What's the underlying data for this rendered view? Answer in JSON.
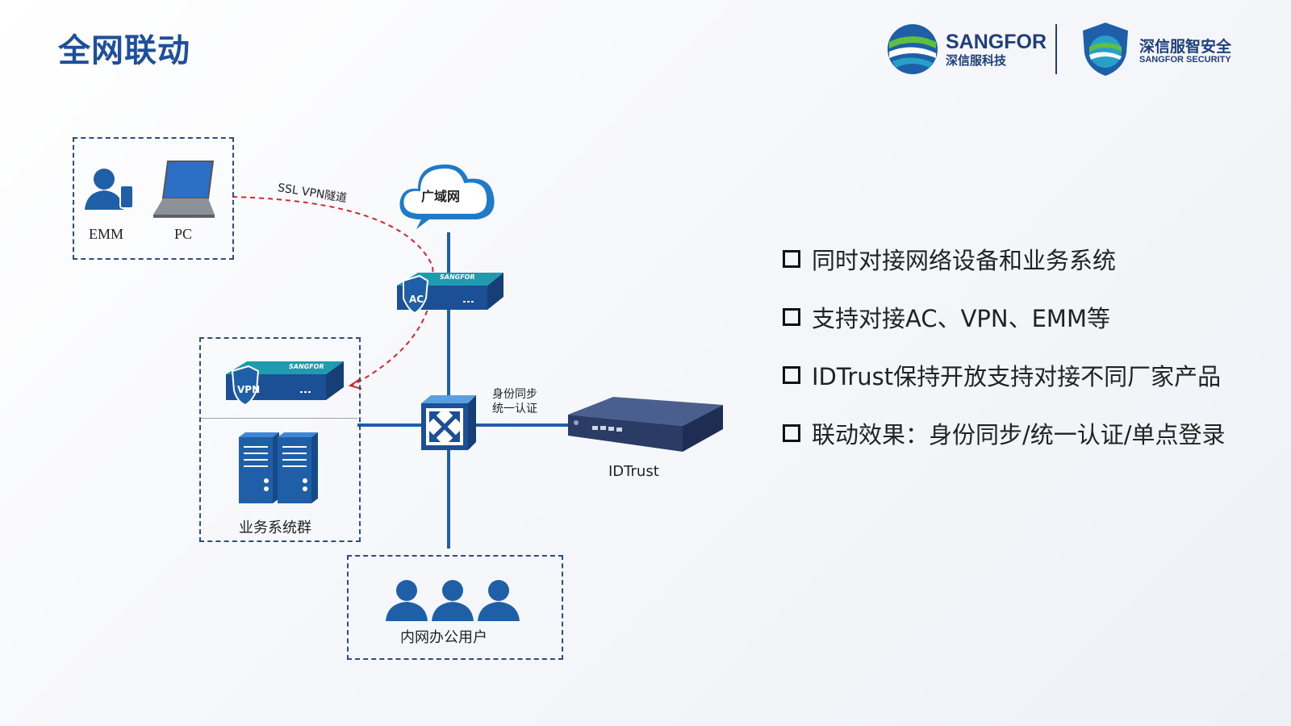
{
  "page_title": "全网联动",
  "brand": {
    "sangfor_name": "SANGFOR",
    "sangfor_cn": "深信服科技",
    "security_cn": "深信服智安全",
    "security_en": "SANGFOR SECURITY"
  },
  "diagram": {
    "emm_label": "EMM",
    "pc_label": "PC",
    "tunnel_label": "SSL VPN隧道",
    "wan_label": "广域网",
    "ac_label": "AC",
    "vpn_label": "VPN",
    "server_group_label": "业务系统群",
    "switch_note_line1": "身份同步",
    "switch_note_line2": "统一认证",
    "idtrust_label": "IDTrust",
    "intranet_users_label": "内网办公用户",
    "device_brand": "SANGFOR"
  },
  "bullets": [
    "同时对接网络设备和业务系统",
    "支持对接AC、VPN、EMM等",
    "IDTrust保持开放支持对接不同厂家产品",
    "联动效果：身份同步/统一认证/单点登录"
  ],
  "colors": {
    "title": "#1d4f9c",
    "line": "#1f5fa8",
    "tunnel": "#d6262b",
    "device_blue": "#1b4f96",
    "device_teal": "#1f9bb0"
  }
}
